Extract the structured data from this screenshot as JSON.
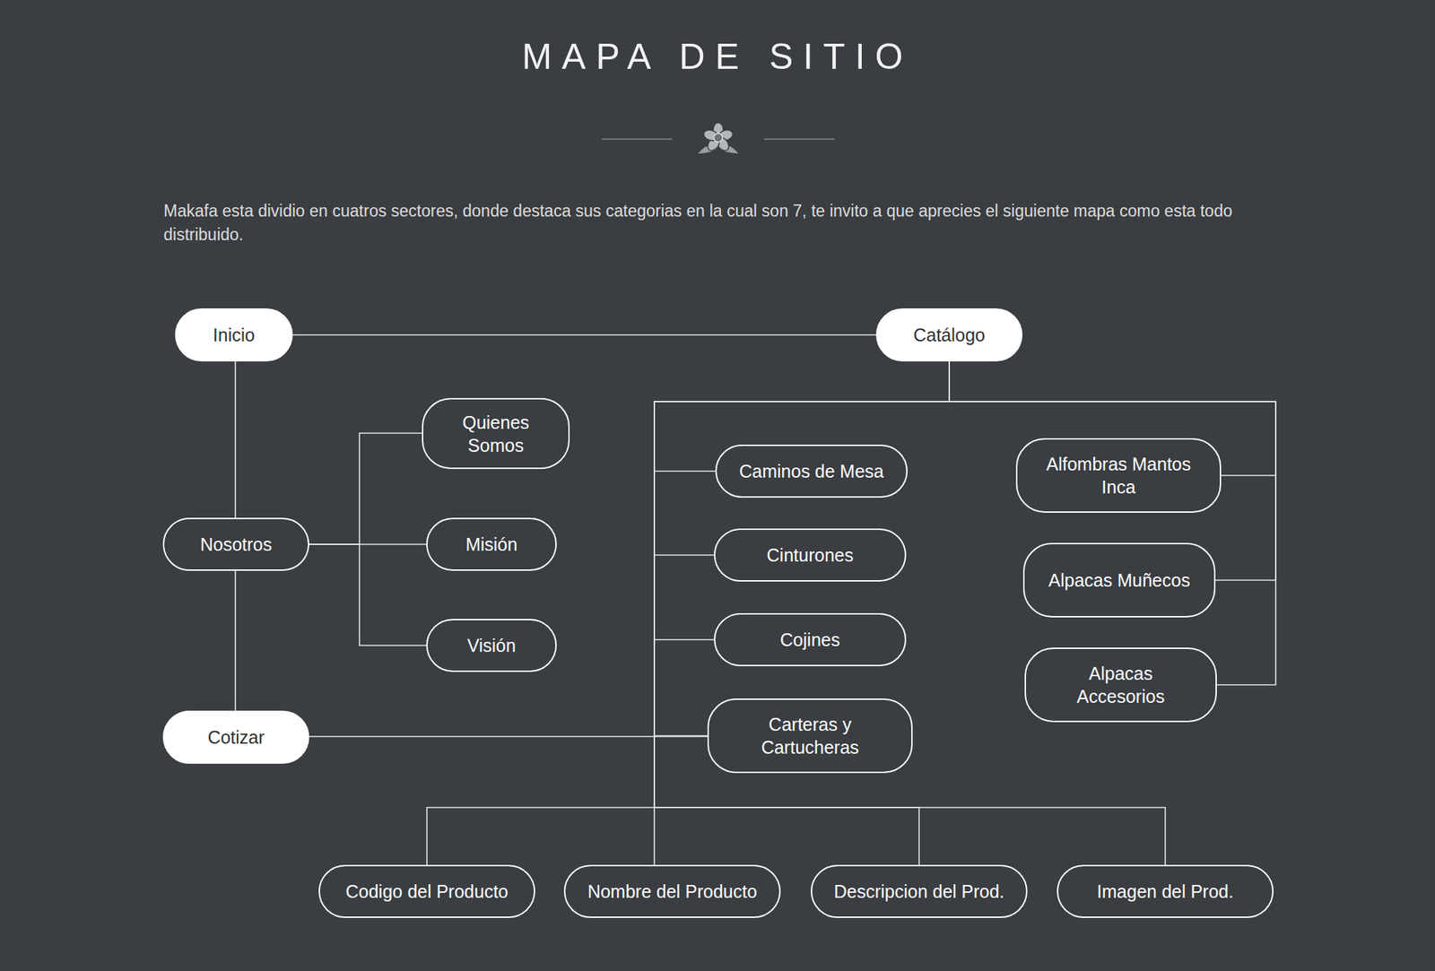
{
  "diagram": {
    "title": "MAPA DE SITIO",
    "nodes": [
      {
        "text": [
          "Inicio"
        ]
      },
      {
        "text": [
          "Catálogo"
        ]
      },
      {
        "text": [
          "Nosotros"
        ]
      },
      {
        "text": [
          "Quienes Somos"
        ]
      },
      {
        "text": [
          "Misión"
        ]
      },
      {
        "text": [
          "Visión"
        ]
      },
      {
        "text": [
          "Cotizar"
        ]
      },
      {
        "text": [
          "Caminos de Mesa"
        ]
      },
      {
        "text": [
          "Cinturones"
        ]
      },
      {
        "text": [
          "Cojines"
        ]
      },
      {
        "text": [
          "Carteras y Cartucheras"
        ]
      },
      {
        "text": [
          "Alfombras Mantos Inca"
        ]
      },
      {
        "text": [
          "Alpacas Muñecos"
        ]
      },
      {
        "text": [
          "Alpacas Accesorios"
        ]
      },
      {
        "text": [
          "Codigo del Producto"
        ]
      },
      {
        "text": [
          "Nombre del Producto"
        ]
      },
      {
        "text": [
          "Descripcion del Prod."
        ]
      },
      {
        "text": [
          "Imagen del Prod."
        ]
      }
    ],
    "edges": [
      {
        "from": 0,
        "to": 1,
        "arrow": "none"
      },
      {
        "from": 0,
        "to": 2,
        "arrow": "none"
      },
      {
        "from": 2,
        "to": 6,
        "arrow": "none"
      },
      {
        "from": 2,
        "to": 3,
        "arrow": "none"
      },
      {
        "from": 2,
        "to": 4,
        "arrow": "none"
      },
      {
        "from": 2,
        "to": 5,
        "arrow": "none"
      },
      {
        "from": 1,
        "to": 7,
        "arrow": "none"
      },
      {
        "from": 1,
        "to": 8,
        "arrow": "none"
      },
      {
        "from": 1,
        "to": 9,
        "arrow": "none"
      },
      {
        "from": 1,
        "to": 10,
        "arrow": "none"
      },
      {
        "from": 1,
        "to": 11,
        "arrow": "none"
      },
      {
        "from": 1,
        "to": 12,
        "arrow": "none"
      },
      {
        "from": 1,
        "to": 13,
        "arrow": "none"
      },
      {
        "from": 6,
        "to": 10,
        "arrow": "none"
      },
      {
        "from": 1,
        "to": 14,
        "arrow": "none"
      },
      {
        "from": 1,
        "to": 15,
        "arrow": "none"
      },
      {
        "from": 1,
        "to": 16,
        "arrow": "none"
      },
      {
        "from": 1,
        "to": 17,
        "arrow": "none"
      }
    ],
    "labels": [
      "Makafa esta dividio en cuatros sectores, donde destaca sus categorias en la cual son 7, te invito a que aprecies el siguiente mapa como esta todo distribuido."
    ]
  }
}
